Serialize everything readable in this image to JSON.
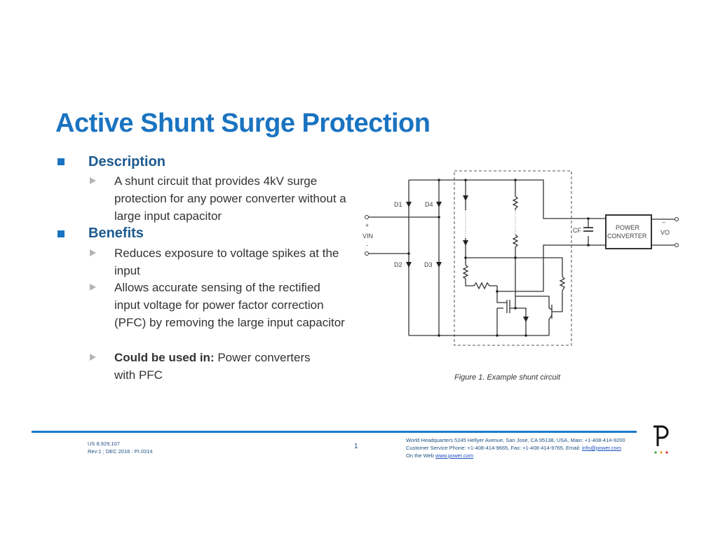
{
  "title": "Active Shunt Surge Protection",
  "sections": [
    {
      "heading": "Description",
      "items": [
        {
          "text": "A shunt circuit that provides 4kV surge protection for any power converter without a large input capacitor"
        }
      ]
    },
    {
      "heading": "Benefits",
      "items": [
        {
          "text": "Reduces exposure to voltage spikes at the input"
        },
        {
          "text": "Allows accurate sensing of the rectified input voltage for power factor correction (PFC) by removing the large input capacitor"
        },
        {
          "bold": "Could be used in:",
          "text": " Power converters with PFC"
        }
      ]
    }
  ],
  "figure": {
    "caption": "Figure 1. Example shunt circuit",
    "labels": {
      "d1": "D1",
      "d2": "D2",
      "d3": "D3",
      "d4": "D4",
      "plus": "+",
      "vin": "VIN",
      "minus": "-",
      "cf": "CF",
      "conv1": "POWER",
      "conv2": "CONVERTER",
      "vo": "VO",
      "vo_minus": "–"
    }
  },
  "footer": {
    "patent": "US 8,929,107",
    "rev": "Rev:1 ; DEC 2016 : PI.0314",
    "page": "1",
    "hq": "World Headquarters 5245 Hellyer Avenue, San Jose, CA 95138, USA, Main: +1-408-414-9200",
    "cs_prefix": "Customer Service Phone: +1-408-414-9665, Fax: +1-408-414-9765, Email: ",
    "email": "info@power.com",
    "web_prefix": "On the Web ",
    "web": "www.power.com"
  },
  "colors": {
    "accent": "#1a73c0",
    "logo_dots": [
      "#3aa53a",
      "#f39a1e",
      "#e03030"
    ]
  }
}
